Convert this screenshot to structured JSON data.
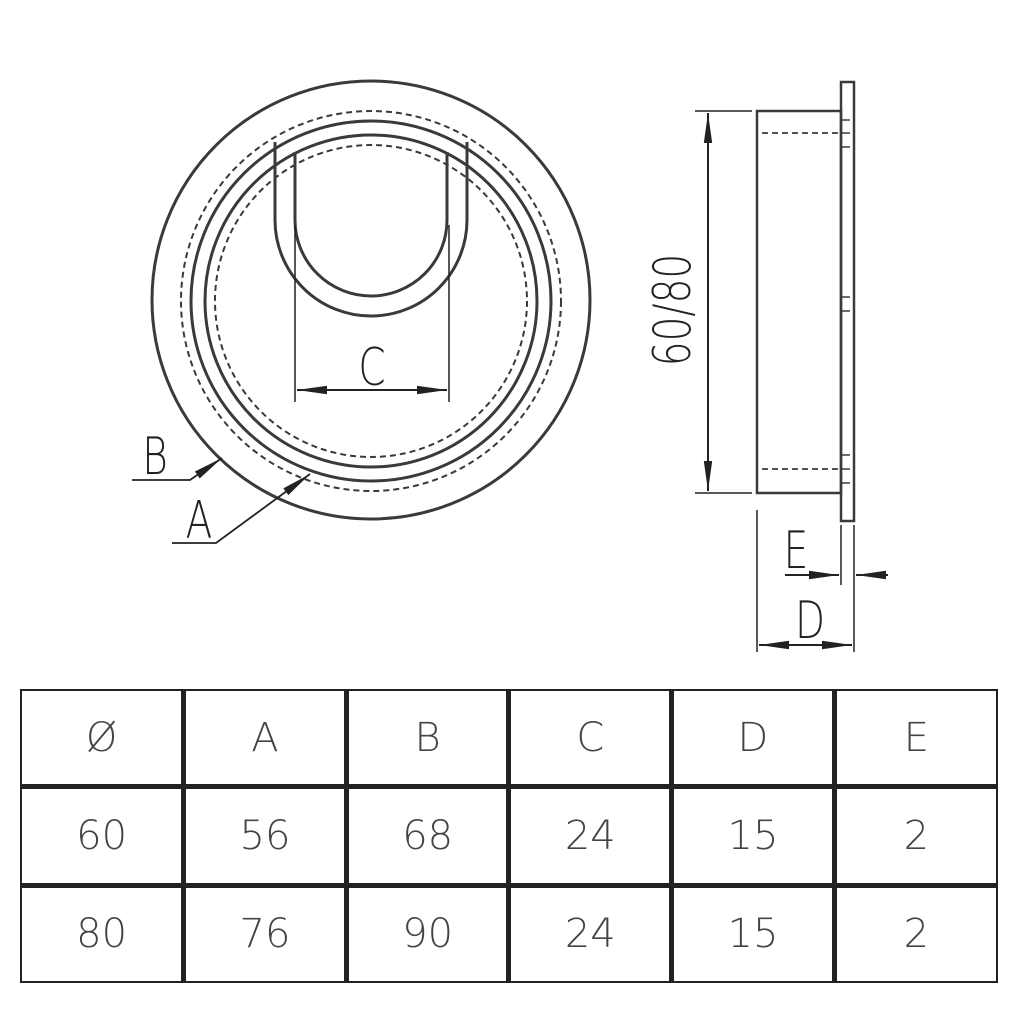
{
  "drawing": {
    "labels": {
      "a": "A",
      "b": "B",
      "c": "C",
      "d": "D",
      "e": "E",
      "height": "60/80"
    }
  },
  "table": {
    "headers": [
      "Ø",
      "A",
      "B",
      "C",
      "D",
      "E"
    ],
    "rows": [
      [
        "60",
        "56",
        "68",
        "24",
        "15",
        "2"
      ],
      [
        "80",
        "76",
        "90",
        "24",
        "15",
        "2"
      ]
    ]
  }
}
